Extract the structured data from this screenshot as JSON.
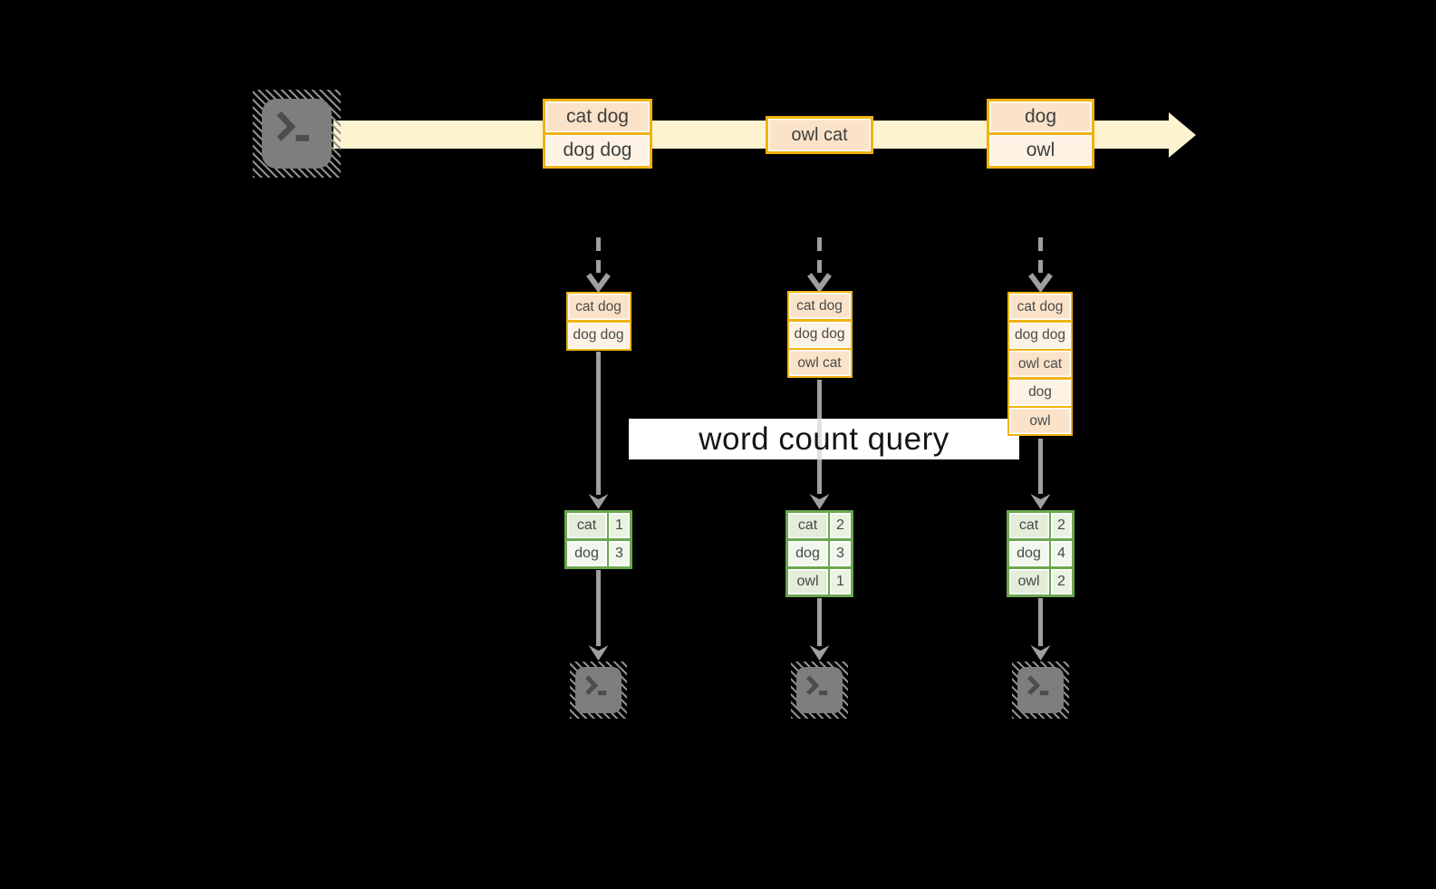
{
  "labels": {
    "query": "word count query"
  },
  "stream": {
    "direction": "left-to-right",
    "events": [
      {
        "lines": [
          "cat dog",
          "dog dog"
        ]
      },
      {
        "lines": [
          "owl cat"
        ]
      },
      {
        "lines": [
          "dog",
          "owl"
        ]
      }
    ]
  },
  "columns": [
    {
      "buffer": [
        "cat dog",
        "dog dog"
      ],
      "counts": [
        [
          "cat",
          "1"
        ],
        [
          "dog",
          "3"
        ]
      ]
    },
    {
      "buffer": [
        "cat dog",
        "dog dog",
        "owl cat"
      ],
      "counts": [
        [
          "cat",
          "2"
        ],
        [
          "dog",
          "3"
        ],
        [
          "owl",
          "1"
        ]
      ]
    },
    {
      "buffer": [
        "cat dog",
        "dog dog",
        "owl cat",
        "dog",
        "owl"
      ],
      "counts": [
        [
          "cat",
          "2"
        ],
        [
          "dog",
          "4"
        ],
        [
          "owl",
          "2"
        ]
      ]
    }
  ],
  "icons": {
    "source": "terminal-icon",
    "outputs": [
      "terminal-icon",
      "terminal-icon",
      "terminal-icon"
    ]
  },
  "colors": {
    "background": "#000000",
    "stream_fill": "#fdf3d0",
    "event_border": "#f0b310",
    "event_fill_dark": "#fbe3c9",
    "event_fill_light": "#fdf2e3",
    "table_border": "#6aa84f",
    "table_fill_dark": "#e3edd8",
    "table_fill_light": "#f2f7ed",
    "arrow_gray": "#9f9f9f",
    "terminal_gray": "#7e7e7e",
    "query_band": "#ffffff"
  }
}
